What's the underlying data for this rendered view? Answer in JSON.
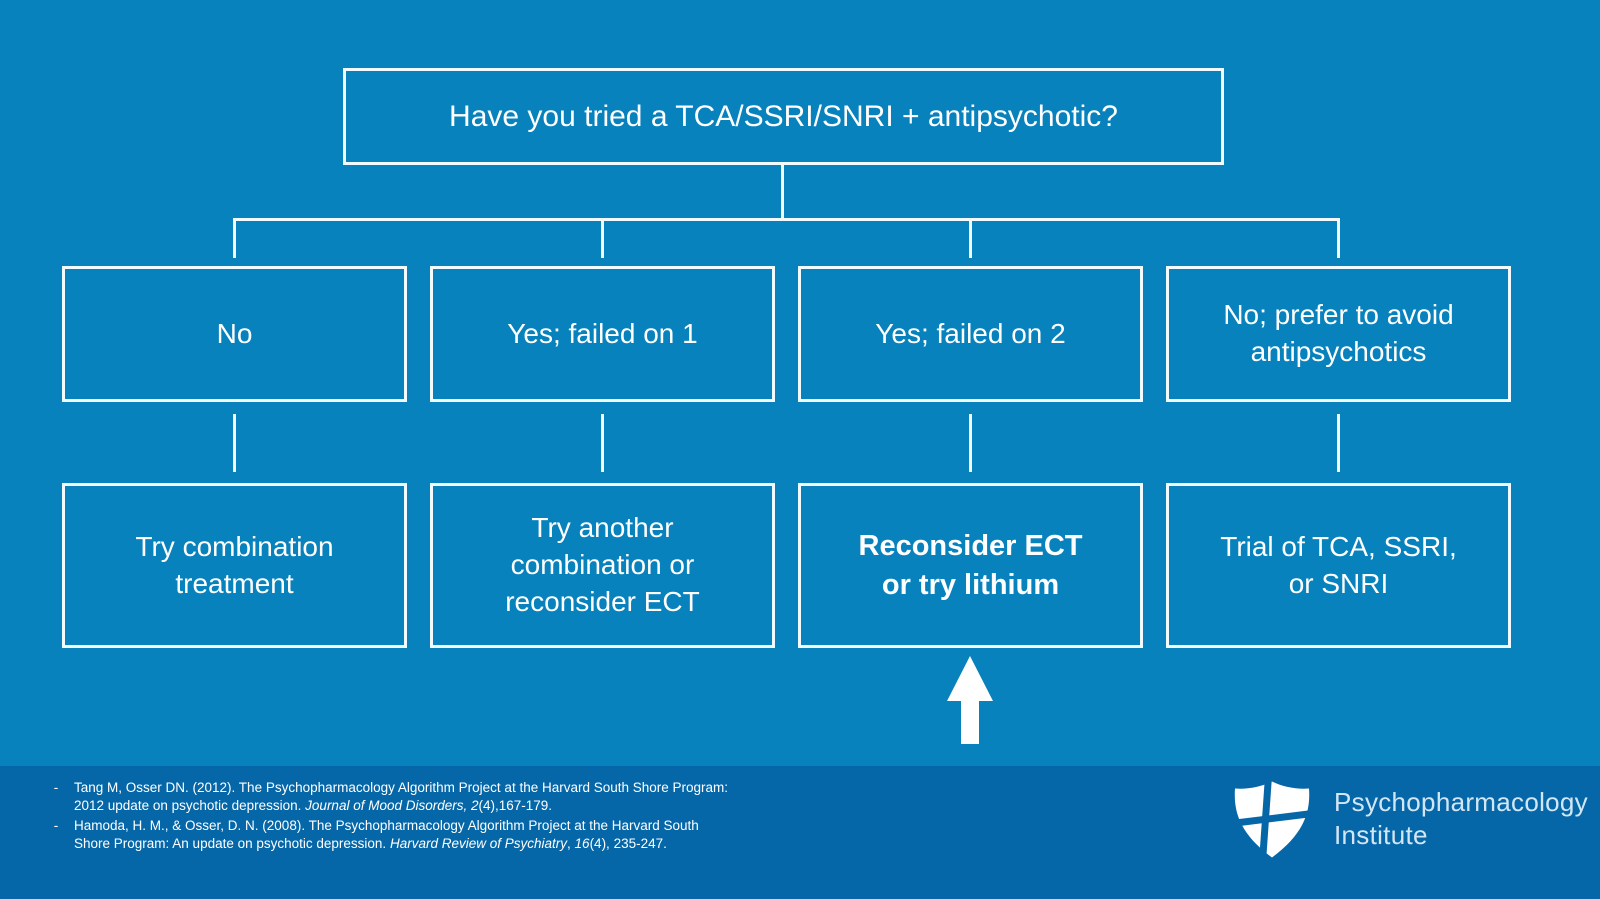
{
  "slide": {
    "question_box": {
      "label": "Have you tried a TCA/SSRI/SNRI + antipsychotic?"
    },
    "answer_boxes": [
      {
        "label": "No"
      },
      {
        "label": "Yes; failed on 1"
      },
      {
        "label": "Yes; failed on 2"
      },
      {
        "label": "No; prefer to avoid\nantipsychotics"
      }
    ],
    "action_boxes": [
      {
        "label": "Try combination\ntreatment",
        "emphasis": false
      },
      {
        "label": "Try another\ncombination or\nreconsider ECT",
        "emphasis": false
      },
      {
        "label": "Reconsider ECT\nor try lithium",
        "emphasis": true
      },
      {
        "label": "Trial of TCA, SSRI,\nor SNRI",
        "emphasis": false
      }
    ]
  },
  "footer": {
    "references": [
      {
        "marker": "-",
        "segments": [
          {
            "text": "Tang M, Osser DN. (2012). The Psychopharmacology Algorithm Project at the Harvard South Shore Program:\n2012 update on psychotic depression. ",
            "italic": false
          },
          {
            "text": "Journal of Mood Disorders, 2",
            "italic": true
          },
          {
            "text": "(4),167-179.",
            "italic": false
          }
        ]
      },
      {
        "marker": "-",
        "segments": [
          {
            "text": "Hamoda, H. M., & Osser, D. N. (2008). The Psychopharmacology Algorithm Project at the Harvard South\nShore Program: An update on psychotic depression. ",
            "italic": false
          },
          {
            "text": "Harvard Review of Psychiatry",
            "italic": true
          },
          {
            "text": ", ",
            "italic": false
          },
          {
            "text": "16",
            "italic": true
          },
          {
            "text": "(4), 235-247.",
            "italic": false
          }
        ]
      }
    ],
    "logo": {
      "line1": "Psychopharmacology",
      "line2": "Institute"
    }
  },
  "colors": {
    "background": "#0782bd",
    "footer_background": "#0667a8",
    "box_border": "#f2fafd",
    "text": "#ffffff",
    "logo_text": "#d2e7f6"
  }
}
